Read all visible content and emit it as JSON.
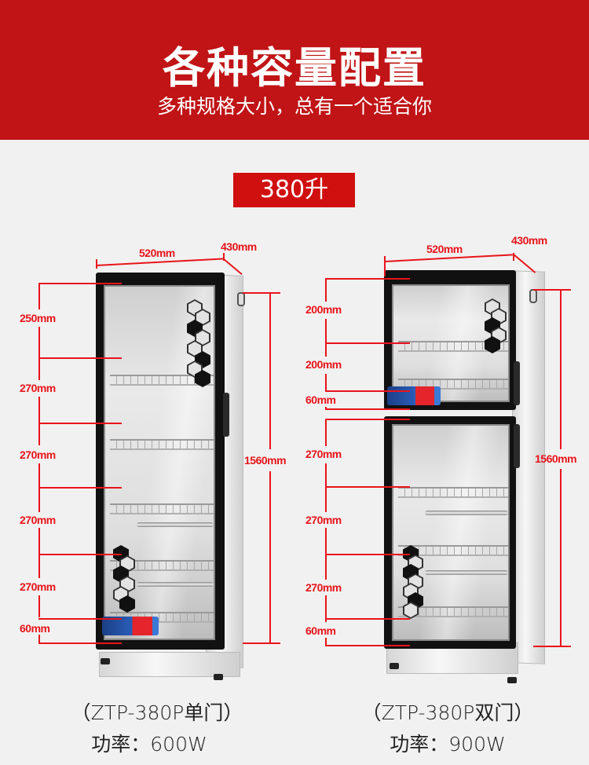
{
  "banner": {
    "title": "各种容量配置",
    "subtitle": "多种规格大小，总有一个适合你",
    "background_color": "#c01416"
  },
  "capacity_badge": {
    "label": "380升",
    "color": "#d0100f"
  },
  "products": [
    {
      "id": "single-door",
      "dimensions": {
        "width": "520mm",
        "depth": "430mm",
        "height": "1560mm",
        "shelf_spacings": [
          "250mm",
          "270mm",
          "270mm",
          "270mm",
          "270mm",
          "60mm"
        ]
      },
      "model": "（ZTP-380P单门）",
      "power": "功率：600W"
    },
    {
      "id": "double-door",
      "dimensions": {
        "width": "520mm",
        "depth": "430mm",
        "height": "1560mm",
        "shelf_spacings": [
          "200mm",
          "200mm",
          "60mm",
          "270mm",
          "270mm",
          "270mm",
          "60mm"
        ]
      },
      "model": "（ZTP-380P双门）",
      "power": "功率：900W"
    }
  ],
  "accent_color": "#e8141a"
}
